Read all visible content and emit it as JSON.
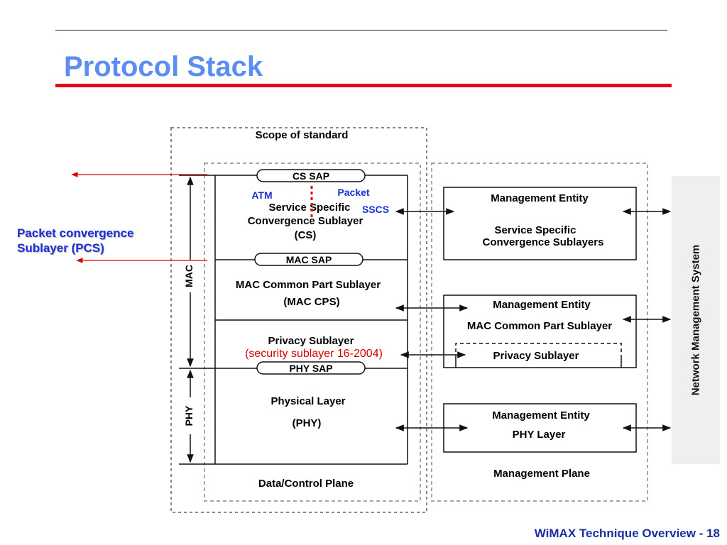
{
  "slide": {
    "title": "Protocol Stack",
    "footer": "WiMAX Technique Overview - 18"
  },
  "diagram": {
    "scope_label": "Scope of standard",
    "data_control_plane_label": "Data/Control Plane",
    "management_plane_label": "Management Plane",
    "network_management_system": "Network Management System",
    "sap": {
      "cs": "CS SAP",
      "mac": "MAC SAP",
      "phy": "PHY SAP"
    },
    "side_labels": {
      "mac": "MAC",
      "phy": "PHY"
    },
    "cs_block": {
      "line1": "Service Specific",
      "line2": "Convergence Sublayer",
      "line3": "(CS)",
      "atm": "ATM",
      "packet": "Packet",
      "sscs": "SSCS"
    },
    "mac_cps_block": {
      "line1": "MAC Common Part Sublayer",
      "line2": "(MAC CPS)"
    },
    "privacy_block": {
      "line1": "Privacy Sublayer",
      "note": "(security sublayer 16-2004)"
    },
    "phy_block": {
      "line1": "Physical Layer",
      "line2": "(PHY)"
    },
    "mgmt_cs": {
      "title": "Management Entity",
      "line1": "Service Specific",
      "line2": "Convergence Sublayers"
    },
    "mgmt_mac": {
      "title": "Management Entity",
      "line1": "MAC Common Part Sublayer",
      "privacy": "Privacy Sublayer"
    },
    "mgmt_phy": {
      "title": "Management Entity",
      "line1": "PHY Layer"
    },
    "pcs_annotation": {
      "line1": "Packet convergence",
      "line2": "Sublayer (PCS)"
    }
  },
  "colors": {
    "title": "#5b8ef0",
    "title_rule": "#e8001c",
    "annotation_blue": "#1a2fd8",
    "annotation_red": "#d40000",
    "footer": "#1c2fa0"
  }
}
